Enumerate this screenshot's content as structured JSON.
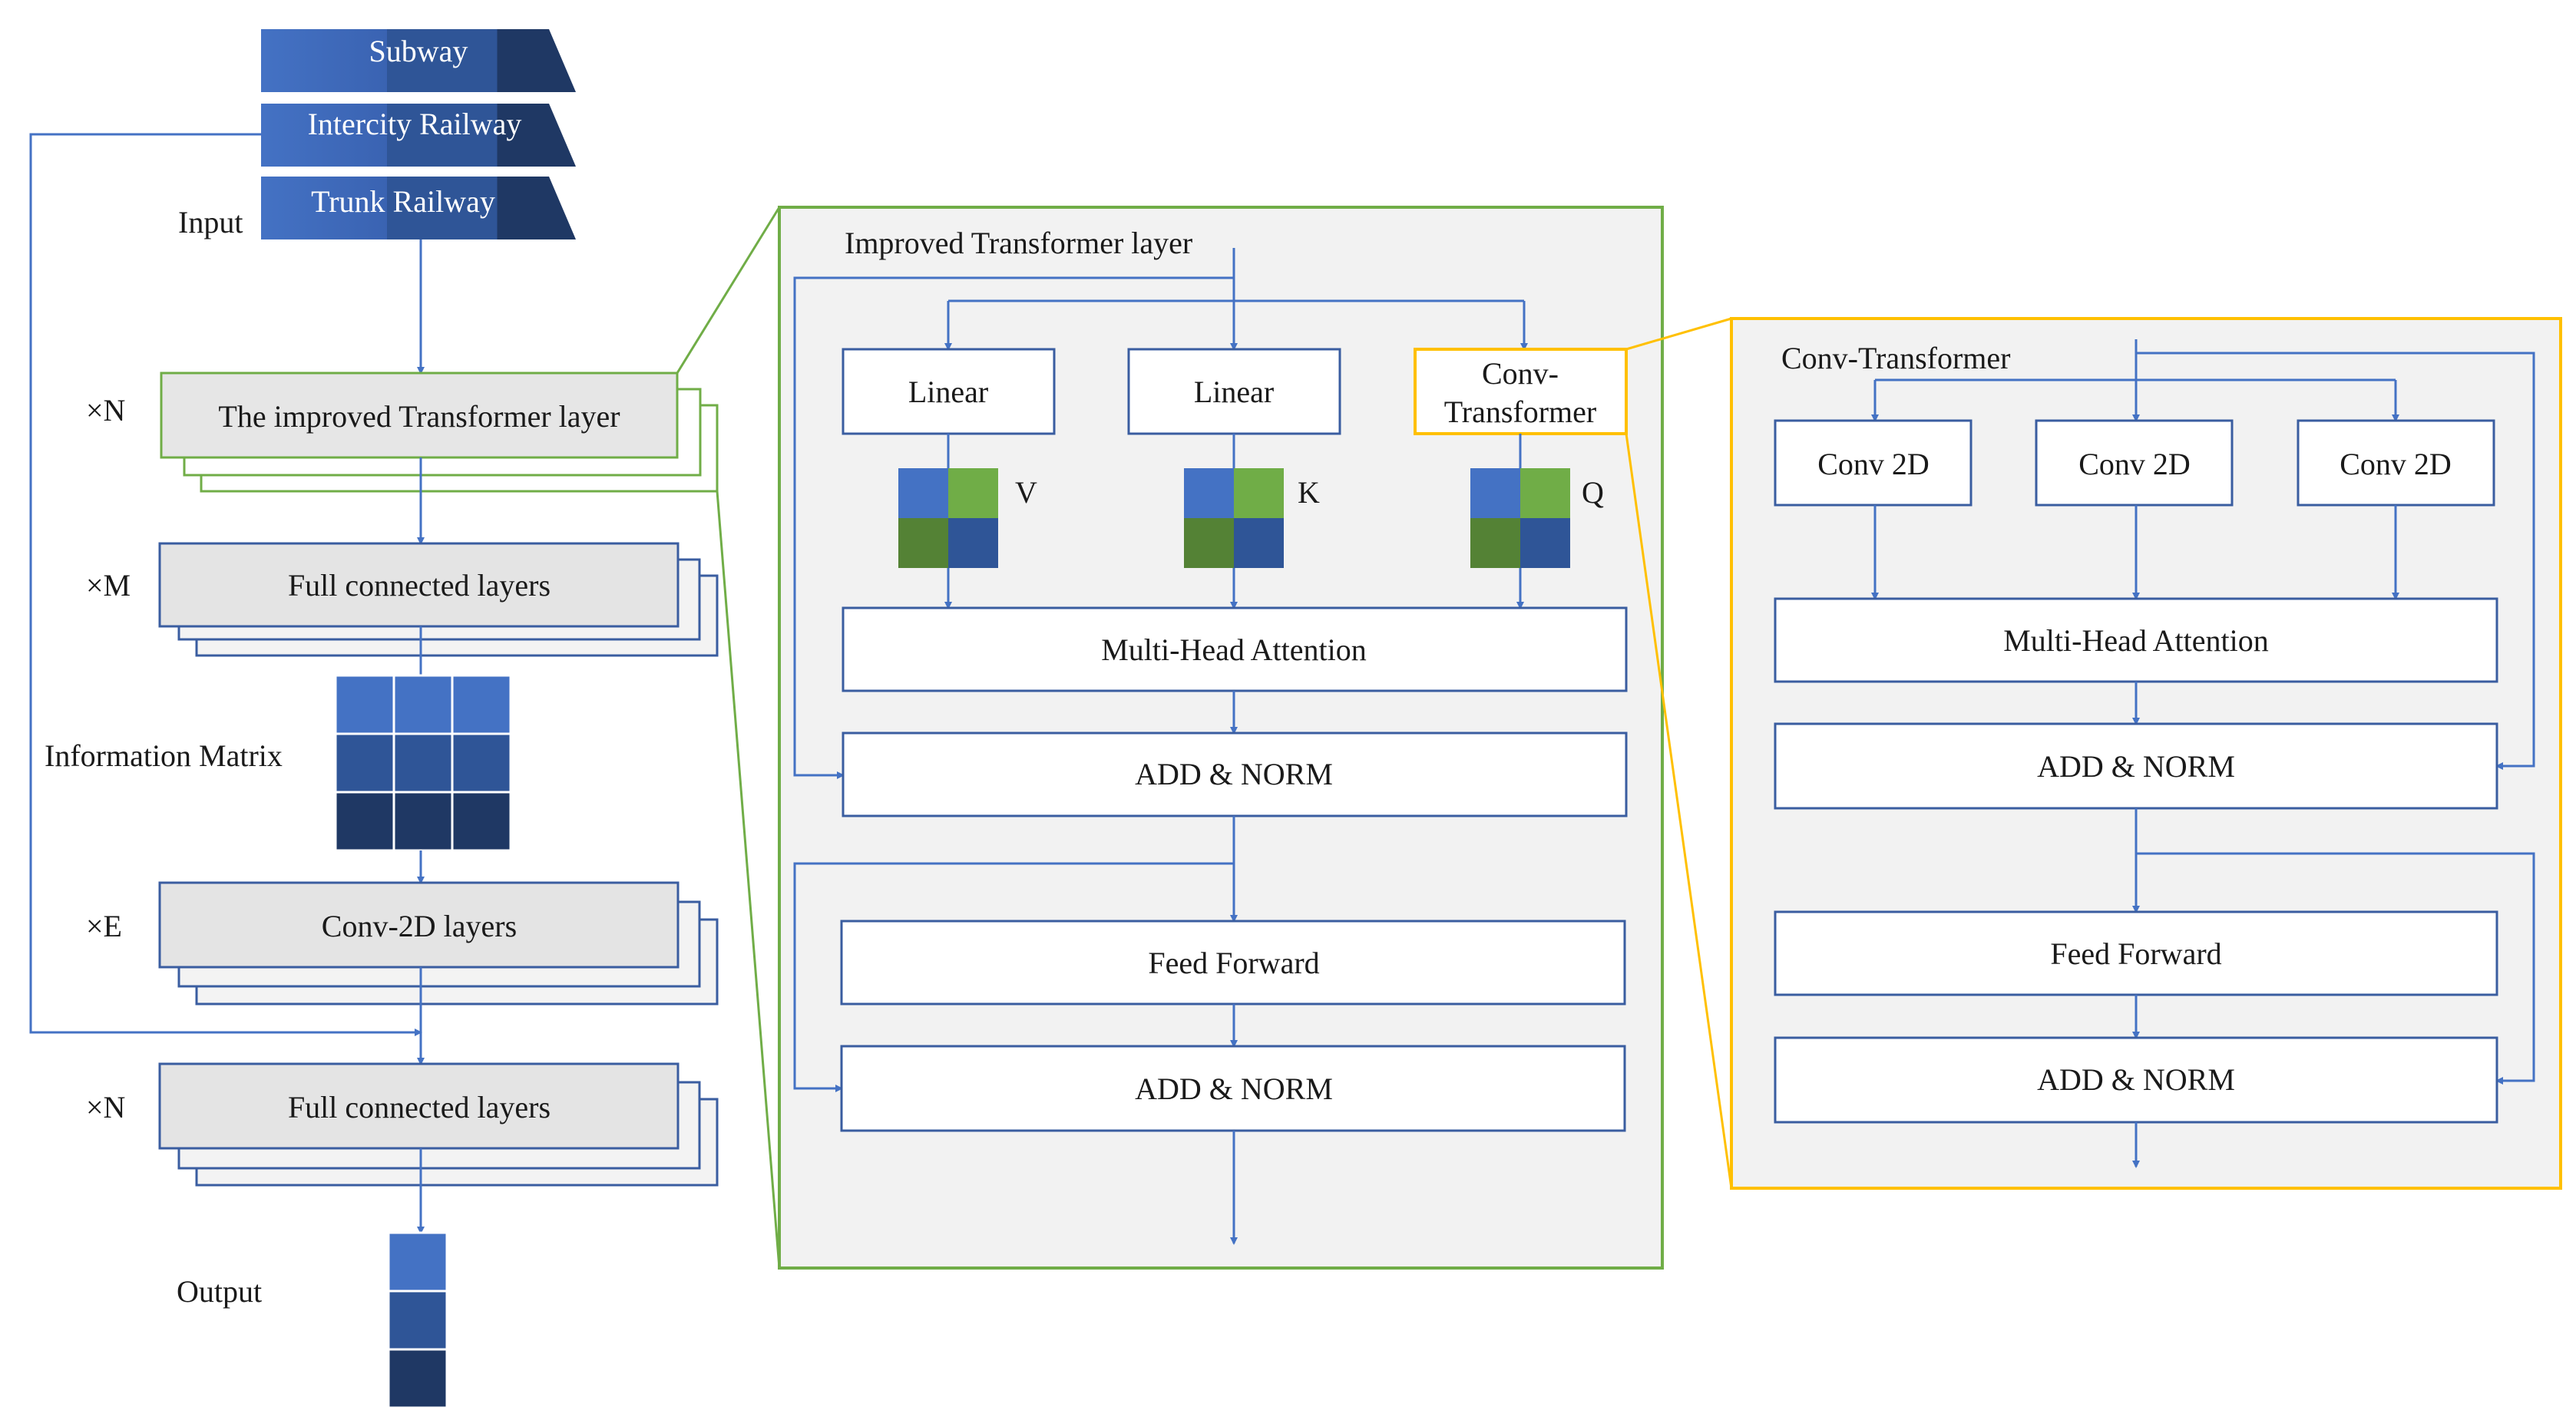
{
  "left": {
    "inputs": [
      "Subway",
      "Intercity Railway",
      "Trunk Railway"
    ],
    "input_label": "Input",
    "stacks": [
      {
        "mult": "×N",
        "label": "The improved Transformer layer"
      },
      {
        "mult": "×M",
        "label": "Full connected layers"
      },
      {
        "mult": "×E",
        "label": "Conv-2D layers"
      },
      {
        "mult": "×N",
        "label": "Full connected layers"
      }
    ],
    "info_matrix_label": "Information Matrix",
    "output_label": "Output"
  },
  "middle": {
    "title": "Improved Transformer layer",
    "linear1": "Linear",
    "linear2": "Linear",
    "conv_transformer_line1": "Conv-",
    "conv_transformer_line2": "Transformer",
    "v": "V",
    "k": "K",
    "q": "Q",
    "mha": "Multi-Head Attention",
    "addnorm1": "ADD & NORM",
    "ff": "Feed Forward",
    "addnorm2": "ADD & NORM"
  },
  "right": {
    "title": "Conv-Transformer",
    "conv1": "Conv 2D",
    "conv2": "Conv 2D",
    "conv3": "Conv 2D",
    "mha": "Multi-Head Attention",
    "addnorm1": "ADD & NORM",
    "ff": "Feed Forward",
    "addnorm2": "ADD & NORM"
  },
  "colors": {
    "green_outline": "#70AD47",
    "yellow_outline": "#FFC000",
    "arrow_blue": "#4472C4",
    "matrix_light": "#4472C4",
    "matrix_mid": "#2F5597",
    "matrix_dark": "#1F3864",
    "qkv_green_light": "#70AD47",
    "qkv_green_dark": "#548235"
  }
}
